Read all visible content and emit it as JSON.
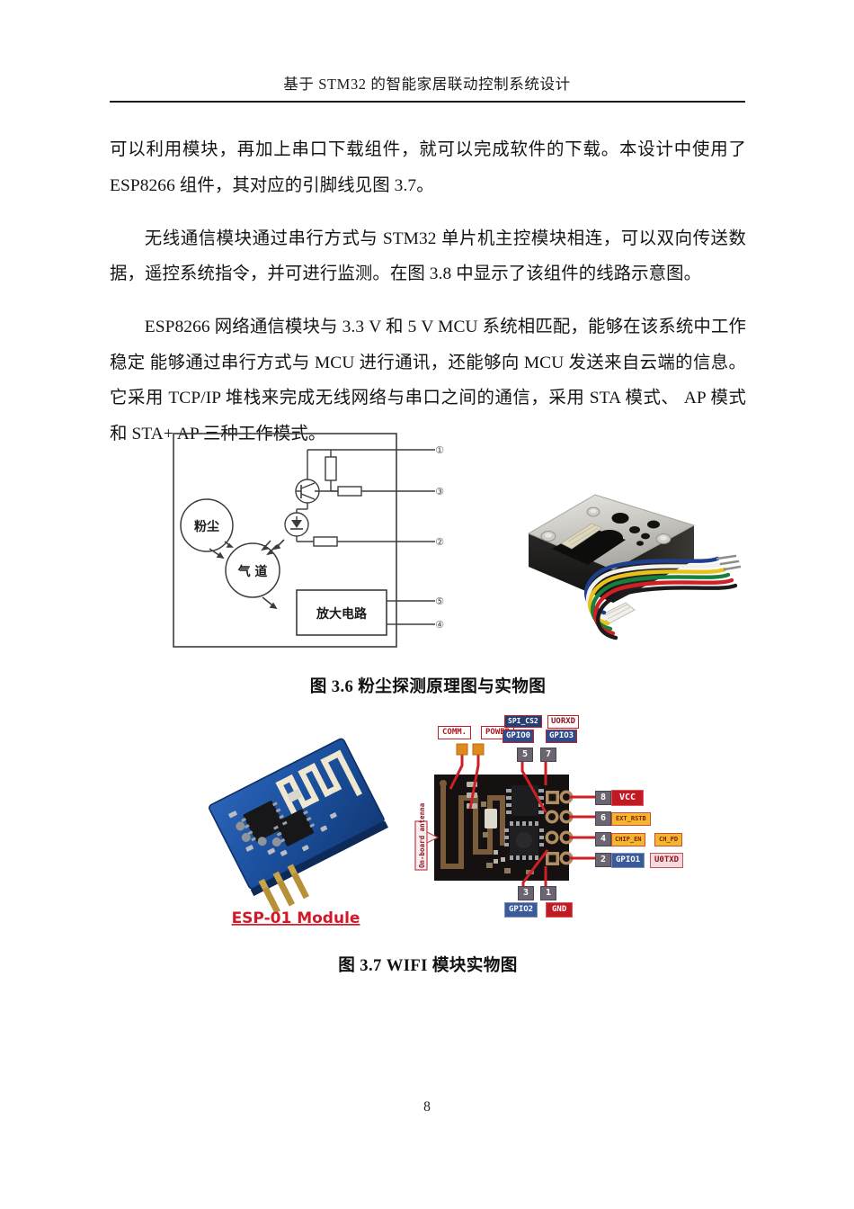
{
  "document": {
    "header_title": "基于 STM32 的智能家居联动控制系统设计",
    "page_number": "8"
  },
  "paragraphs": [
    {
      "id": "p1",
      "indent": false,
      "text": "可以利用模块，再加上串口下载组件，就可以完成软件的下载。本设计中使用了 ESP8266 组件，其对应的引脚线见图 3.7。"
    },
    {
      "id": "p2",
      "indent": true,
      "text": "无线通信模块通过串行方式与 STM32 单片机主控模块相连，可以双向传送数据，遥控系统指令，并可进行监测。在图 3.8 中显示了该组件的线路示意图。"
    },
    {
      "id": "p3",
      "indent": true,
      "text": "ESP8266 网络通信模块与 3.3 V 和 5 V MCU 系统相匹配，能够在该系统中工作稳定 能够通过串行方式与 MCU 进行通讯，还能够向 MCU 发送来自云端的信息。它采用 TCP/IP 堆栈来完成无线网络与串口之间的通信，采用 STA 模式、 AP 模式和 STA+ AP 三种工作模式。"
    }
  ],
  "figures": {
    "fig36": {
      "caption": "图 3.6 粉尘探测原理图与实物图",
      "schematic": {
        "dust_circle_label": "粉尘",
        "duct_circle_label": "气 道",
        "amplifier_label": "放大电路",
        "pin_labels": [
          "①",
          "③",
          "②",
          "⑤",
          "④"
        ]
      },
      "photo_alt": "粉尘传感器实物图"
    },
    "fig37": {
      "caption": "图 3.7  WIFI 模块实物图",
      "esp01": {
        "title": "ESP-01 Module",
        "title_color": "#d01a2a"
      },
      "pinout": {
        "antenna_label": "On-board antenna",
        "top_labels": [
          {
            "text": "COMM.",
            "color": "#b01520",
            "fill": "#ffffff"
          },
          {
            "text": "POWER",
            "color": "#b01520",
            "fill": "#ffffff"
          },
          {
            "text": "SPI_CS2",
            "color": "#ffffff",
            "fill": "#2a3d73"
          },
          {
            "text": "UORXD",
            "color": "#8b1520",
            "fill": "#ffffff"
          },
          {
            "text": "GPIO0",
            "color": "#ffffff",
            "fill": "#2d4a8a"
          },
          {
            "text": "GPIO3",
            "color": "#ffffff",
            "fill": "#2d4a8a"
          }
        ],
        "top_pins": [
          "5",
          "7"
        ],
        "bottom_pins": [
          "3",
          "1"
        ],
        "bottom_labels": [
          {
            "text": "GPIO2",
            "color": "#ffffff",
            "fill": "#3a5a9a"
          },
          {
            "text": "GND",
            "color": "#ffffff",
            "fill": "#c21a22"
          }
        ],
        "right_rows": [
          {
            "pin": "8",
            "labels": [
              {
                "text": "VCC",
                "color": "#ffffff",
                "fill": "#c21a22"
              }
            ]
          },
          {
            "pin": "6",
            "labels": [
              {
                "text": "EXT_RSTB",
                "color": "#8a1510",
                "fill": "#f0b92c"
              }
            ]
          },
          {
            "pin": "4",
            "labels": [
              {
                "text": "CHIP_EN",
                "color": "#8a1510",
                "fill": "#f0b92c"
              },
              {
                "text": "CH_PD",
                "color": "#8a1510",
                "fill": "#f0b92c"
              }
            ]
          },
          {
            "pin": "2",
            "labels": [
              {
                "text": "GPIO1",
                "color": "#ffffff",
                "fill": "#3a5a9a"
              },
              {
                "text": "U0TXD",
                "color": "#8b1520",
                "fill": "#f6d9dd"
              }
            ]
          }
        ]
      }
    }
  },
  "colors": {
    "paper": "#ffffff",
    "ink": "#141414",
    "rule": "#1a1a1a",
    "pcb_blue": "#1b4f9c",
    "pcb_dark": "#141110",
    "accent_red": "#c21a22"
  }
}
